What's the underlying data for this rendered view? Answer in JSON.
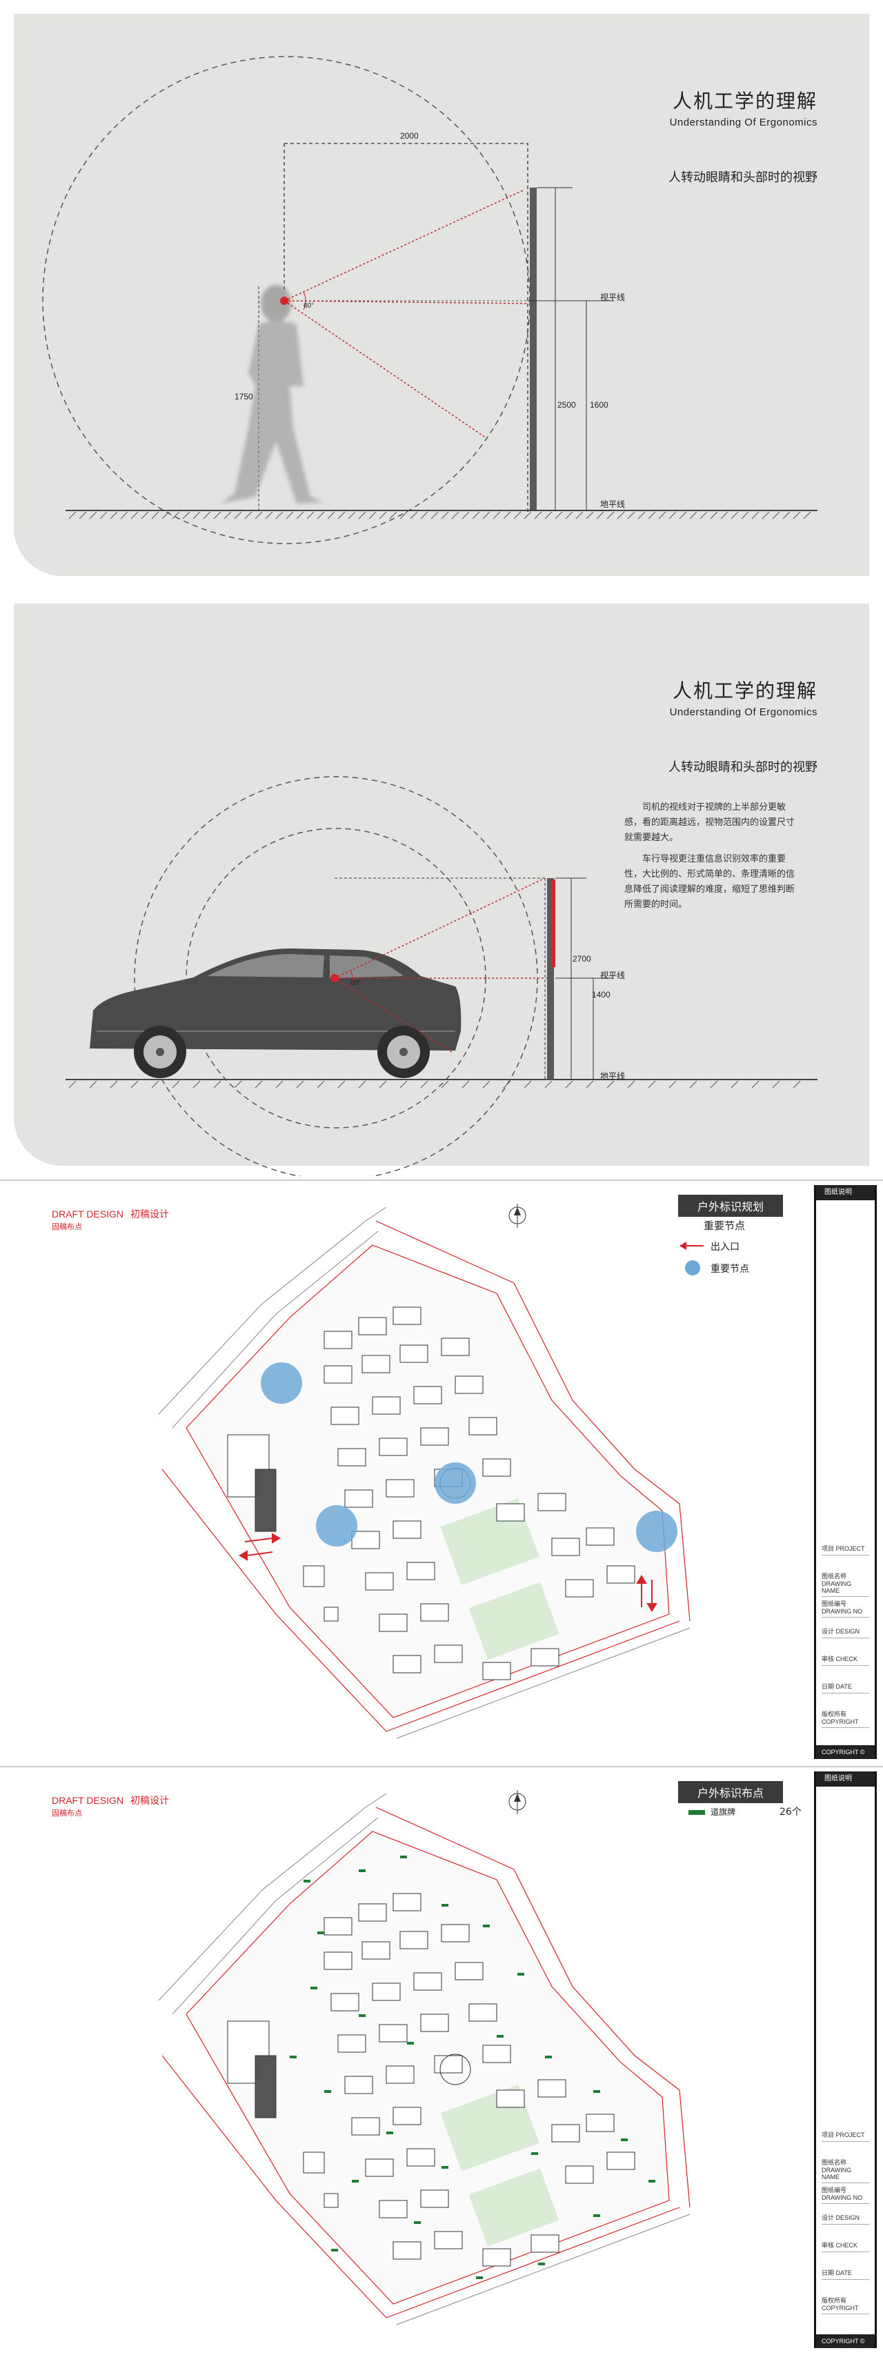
{
  "panel1": {
    "title_cn": "人机工学的理解",
    "title_en": "Understanding Of Ergonomics",
    "subtitle": "人转动眼睛和头部时的视野",
    "dim_top": "2000",
    "dim_height": "1750",
    "dim_sign_height": "2500",
    "dim_eye_line": "1600",
    "angle": "60°",
    "eye_line_label": "视平线",
    "ground_label": "地平线"
  },
  "panel2": {
    "title_cn": "人机工学的理解",
    "title_en": "Understanding Of Ergonomics",
    "subtitle": "人转动眼睛和头部时的视野",
    "para1": "司机的视线对于视牌的上半部分更敏感，看的距离越远，视物范围内的设置尺寸就需要越大。",
    "para2": "车行导视更注重信息识别效率的重要性，大比例的、形式简单的、条理清晰的信息降低了阅读理解的难度，缩短了思维判断所需要的时间。",
    "dim_sign_height": "2700",
    "dim_eye_line": "1400",
    "angle": "60°",
    "eye_line_label": "视平线",
    "ground_label": "地平线"
  },
  "panel3": {
    "brand": "DRAFT DESIGN",
    "brand_cn": "初稿设计",
    "brand_sub": "固稿布点",
    "legend_title": "户外标识规划",
    "legend_subtitle": "重要节点",
    "legend_items": [
      {
        "label": "出入口",
        "icon": "arrow-icon"
      },
      {
        "label": "重要节点",
        "icon": "node-circle-icon"
      }
    ],
    "sidebar_head": "图纸说明",
    "sidebar_rows": [
      "项目 PROJECT",
      "图纸名称 DRAWING NAME",
      "图纸编号 DRAWING NO",
      "设计 DESIGN",
      "审核 CHECK",
      "日期 DATE",
      "版权所有 COPYRIGHT"
    ],
    "sidebar_foot": "COPYRIGHT ©"
  },
  "panel4": {
    "brand": "DRAFT DESIGN",
    "brand_cn": "初稿设计",
    "brand_sub": "固稿布点",
    "legend_title": "户外标识布点",
    "legend_item_label": "道旗牌",
    "legend_item_count": "26个",
    "sidebar_head": "图纸说明",
    "sidebar_rows": [
      "项目 PROJECT",
      "图纸名称 DRAWING NAME",
      "图纸编号 DRAWING NO",
      "设计 DESIGN",
      "审核 CHECK",
      "日期 DATE",
      "版权所有 COPYRIGHT"
    ],
    "sidebar_foot": "COPYRIGHT ©"
  },
  "colors": {
    "panel_gray": "#e3e3e1",
    "accent_red": "#d6242b",
    "node_blue": "#6fa8d6",
    "marker_green": "#1e7d32"
  }
}
